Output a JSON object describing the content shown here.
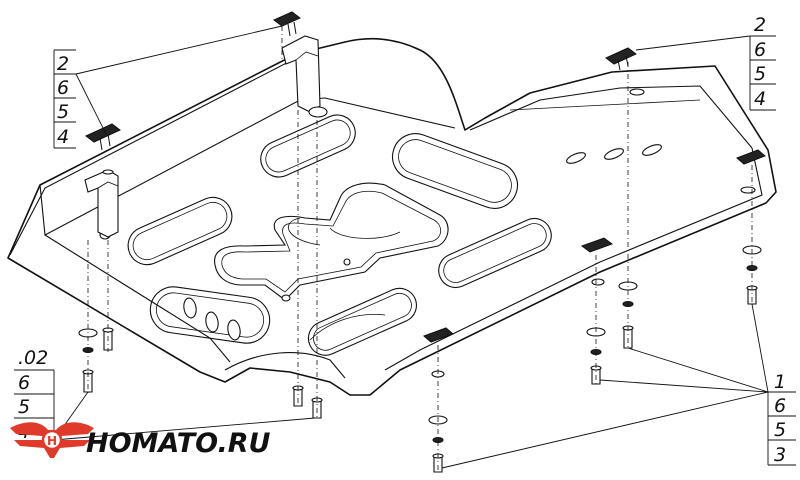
{
  "callouts": {
    "top_left": [
      "2",
      "6",
      "5",
      "4"
    ],
    "top_right": [
      "2",
      "6",
      "5",
      "4"
    ],
    "bottom_left": [
      ".02",
      "6",
      "5",
      "4"
    ],
    "bottom_right": [
      "1",
      "6",
      "5",
      "3"
    ]
  },
  "logo": {
    "text": "HOMATO.RU"
  },
  "colors": {
    "line": "#111111",
    "logo_red": "#e03a2a",
    "background": "#ffffff"
  }
}
